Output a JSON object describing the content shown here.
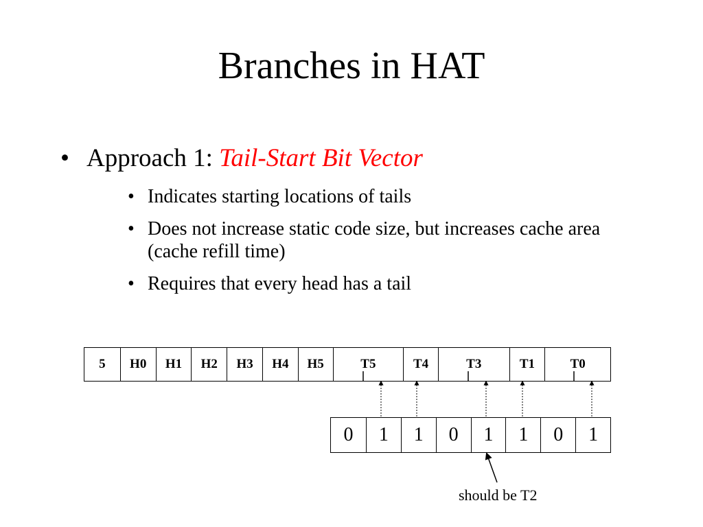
{
  "title": "Branches in HAT",
  "bullet": {
    "marker": "•",
    "label": "Approach 1: ",
    "accent_text": "Tail-Start Bit Vector",
    "accent_color": "#ff0000"
  },
  "sub_bullets": [
    "Indicates starting locations of tails",
    "Does not increase static code size, but increases cache area (cache refill time)",
    "Requires that every head has a tail"
  ],
  "memory_cells": [
    "5",
    "H0",
    "H1",
    "H2",
    "H3",
    "H4",
    "H5",
    "T5",
    "T4",
    "T3",
    "T1",
    "T0"
  ],
  "bit_vector": [
    "0",
    "1",
    "1",
    "0",
    "1",
    "1",
    "0",
    "1"
  ],
  "annotation": "should be T2"
}
